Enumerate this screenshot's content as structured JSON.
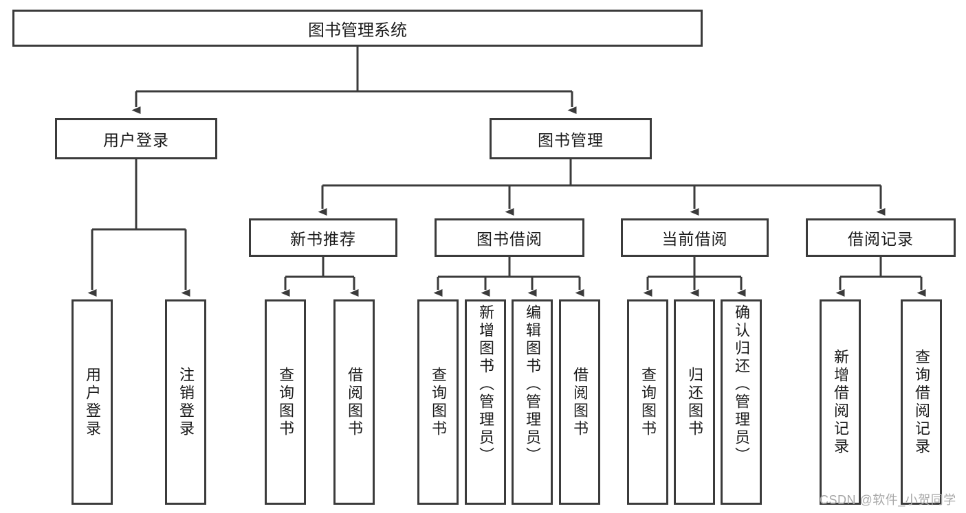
{
  "diagram": {
    "type": "tree-hierarchy-chart",
    "title": "图书管理系统",
    "root": {
      "label": "图书管理系统"
    },
    "level2": [
      {
        "label": "用户登录"
      },
      {
        "label": "图书管理"
      }
    ],
    "level3": [
      {
        "label": "新书推荐"
      },
      {
        "label": "图书借阅"
      },
      {
        "label": "当前借阅"
      },
      {
        "label": "借阅记录"
      }
    ],
    "leaves": [
      {
        "label": "用户登录"
      },
      {
        "label": "注销登录"
      },
      {
        "label": "查询图书"
      },
      {
        "label": "借阅图书"
      },
      {
        "label": "查询图书"
      },
      {
        "label": "新增图书（管理员）"
      },
      {
        "label": "编辑图书（管理员）"
      },
      {
        "label": "借阅图书"
      },
      {
        "label": "查询图书"
      },
      {
        "label": "归还图书"
      },
      {
        "label": "确认归还（管理员）"
      },
      {
        "label": "新增借阅记录"
      },
      {
        "label": "查询借阅记录"
      }
    ],
    "edges": [
      {
        "from": "图书管理系统",
        "to": "用户登录"
      },
      {
        "from": "图书管理系统",
        "to": "图书管理"
      },
      {
        "from": "用户登录",
        "to": "用户登录"
      },
      {
        "from": "用户登录",
        "to": "注销登录"
      },
      {
        "from": "图书管理",
        "to": "新书推荐"
      },
      {
        "from": "图书管理",
        "to": "图书借阅"
      },
      {
        "from": "图书管理",
        "to": "当前借阅"
      },
      {
        "from": "图书管理",
        "to": "借阅记录"
      },
      {
        "from": "新书推荐",
        "to": "查询图书"
      },
      {
        "from": "新书推荐",
        "to": "借阅图书"
      },
      {
        "from": "图书借阅",
        "to": "查询图书"
      },
      {
        "from": "图书借阅",
        "to": "新增图书（管理员）"
      },
      {
        "from": "图书借阅",
        "to": "编辑图书（管理员）"
      },
      {
        "from": "图书借阅",
        "to": "借阅图书"
      },
      {
        "from": "当前借阅",
        "to": "查询图书"
      },
      {
        "from": "当前借阅",
        "to": "归还图书"
      },
      {
        "from": "当前借阅",
        "to": "确认归还（管理员）"
      },
      {
        "from": "借阅记录",
        "to": "新增借阅记录"
      },
      {
        "from": "借阅记录",
        "to": "查询借阅记录"
      }
    ],
    "colors": {
      "box_border": "#3b3b3b",
      "box_fill": "#ffffff",
      "connector": "#3b3b3b",
      "text": "#1a1a1a",
      "watermark": "#a8a8a8",
      "background": "#ffffff"
    }
  },
  "watermark": {
    "text": "CSDN @软件_小贺同学"
  }
}
